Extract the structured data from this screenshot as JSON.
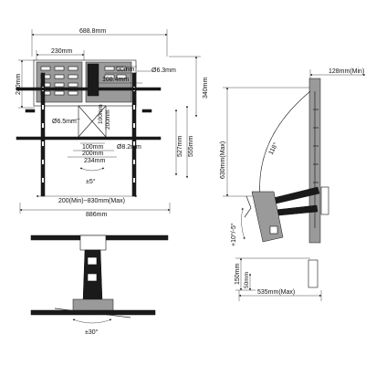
{
  "front_view": {
    "overall_width_top": "688.8mm",
    "plate_width": "230mm",
    "left_height": "240mm",
    "hole_spacing_30": "30mm",
    "hole_dia_top": "Ø6.3mm",
    "inner_width": "108.4mm",
    "right_height": "340mm",
    "vert_100": "100mm",
    "vert_200": "200mm",
    "hole_dia_left": "Ø6.5mm",
    "height_527": "527mm",
    "height_555": "555mm",
    "h_100": "100mm",
    "h_200": "200mm",
    "hole_dia_bottom": "Ø8.2mm",
    "h_234": "234mm",
    "tilt_angle": "±5°",
    "arm_range": "200(Min)~830mm(Max)",
    "overall_width_bottom": "886mm"
  },
  "top_view": {
    "swivel_angle": "±30°"
  },
  "side_view": {
    "depth_top": "128mm(Min)",
    "height_630": "630mm(Max)",
    "swing_angle": "118°",
    "tilt_range": "+10°/-5°",
    "height_150": "150mm",
    "height_50": "50mm",
    "depth_max": "535mm(Max)"
  }
}
